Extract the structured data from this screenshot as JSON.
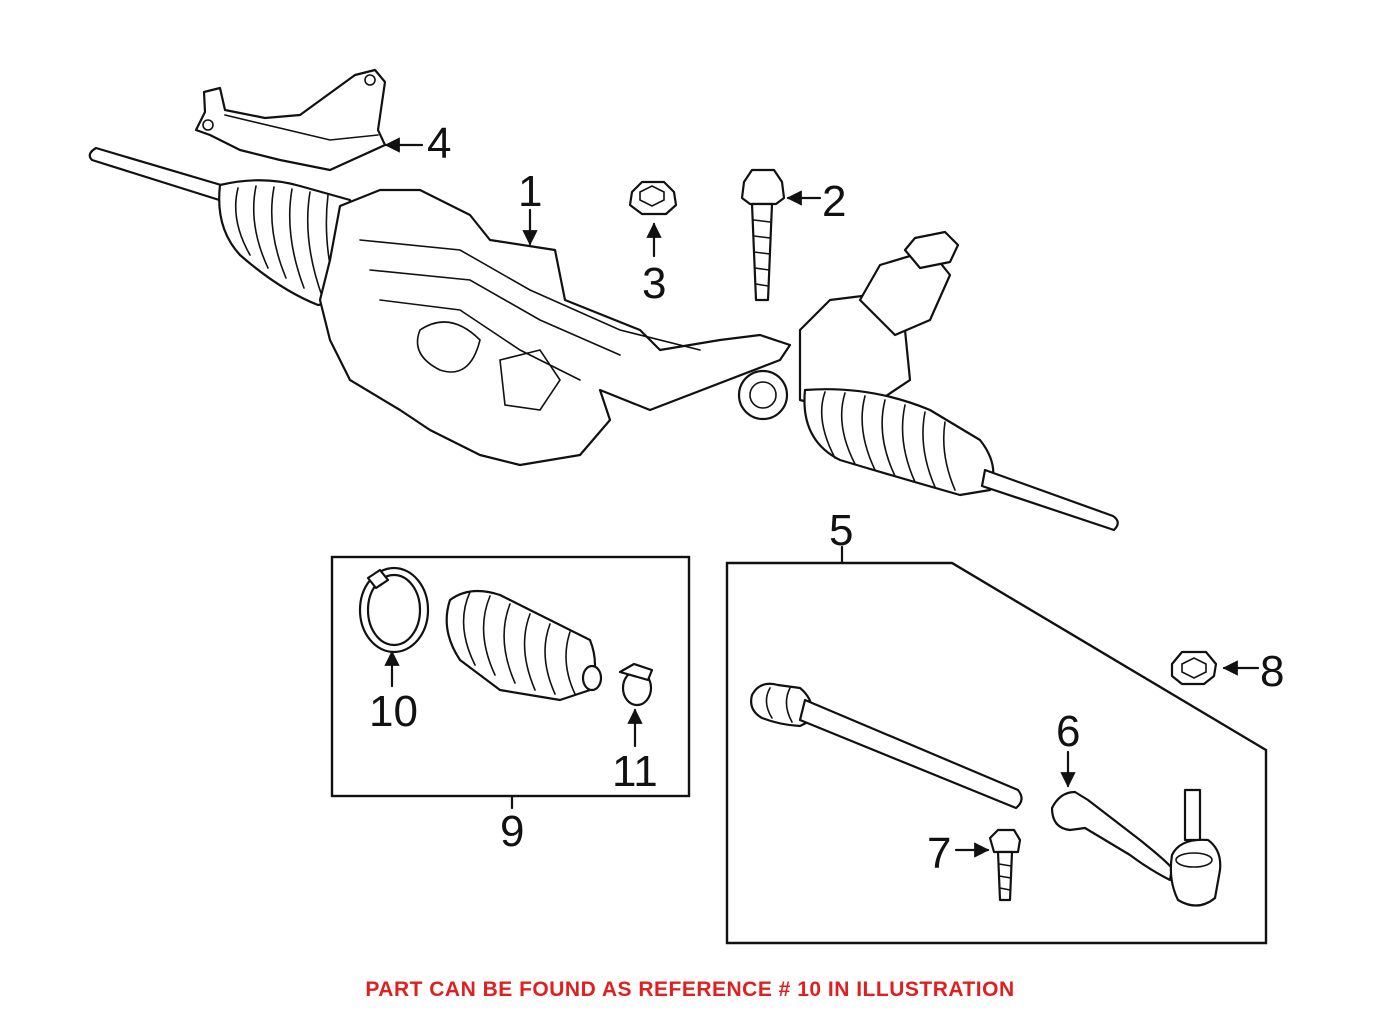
{
  "callouts": {
    "c1": "1",
    "c2": "2",
    "c3": "3",
    "c4": "4",
    "c5": "5",
    "c6": "6",
    "c7": "7",
    "c8": "8",
    "c9": "9",
    "c10": "10",
    "c11": "11"
  },
  "footer": {
    "text": "PART CAN BE FOUND AS REFERENCE # 10 IN ILLUSTRATION",
    "color": "#e02020"
  },
  "icons": [
    "steering-rack-drawing",
    "bracket-drawing",
    "bolt-drawing",
    "nut-drawing",
    "bellows-boot-drawing",
    "clamp-drawing",
    "inner-tie-rod-drawing",
    "outer-tie-rod-end-drawing"
  ]
}
